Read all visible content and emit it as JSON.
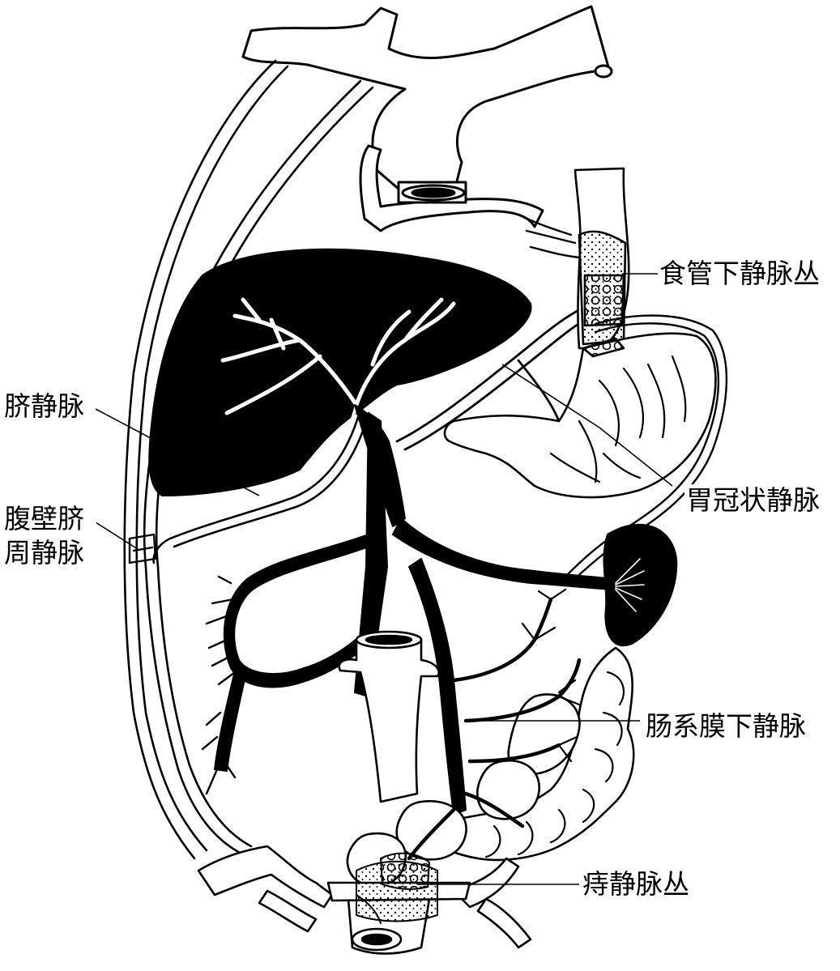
{
  "labels": {
    "esophageal_plexus": "食管下静脉丛",
    "umbilical_vein": "脐静脉",
    "paraumbilical_vein_line1": "腹壁脐",
    "paraumbilical_vein_line2": "周静脉",
    "coronary_gastric_vein": "胃冠状静脉",
    "inferior_mesenteric_vein": "肠系膜下静脉",
    "hemorrhoidal_plexus": "痔静脉丛"
  },
  "colors": {
    "ink": "#000000",
    "paper": "#ffffff"
  }
}
